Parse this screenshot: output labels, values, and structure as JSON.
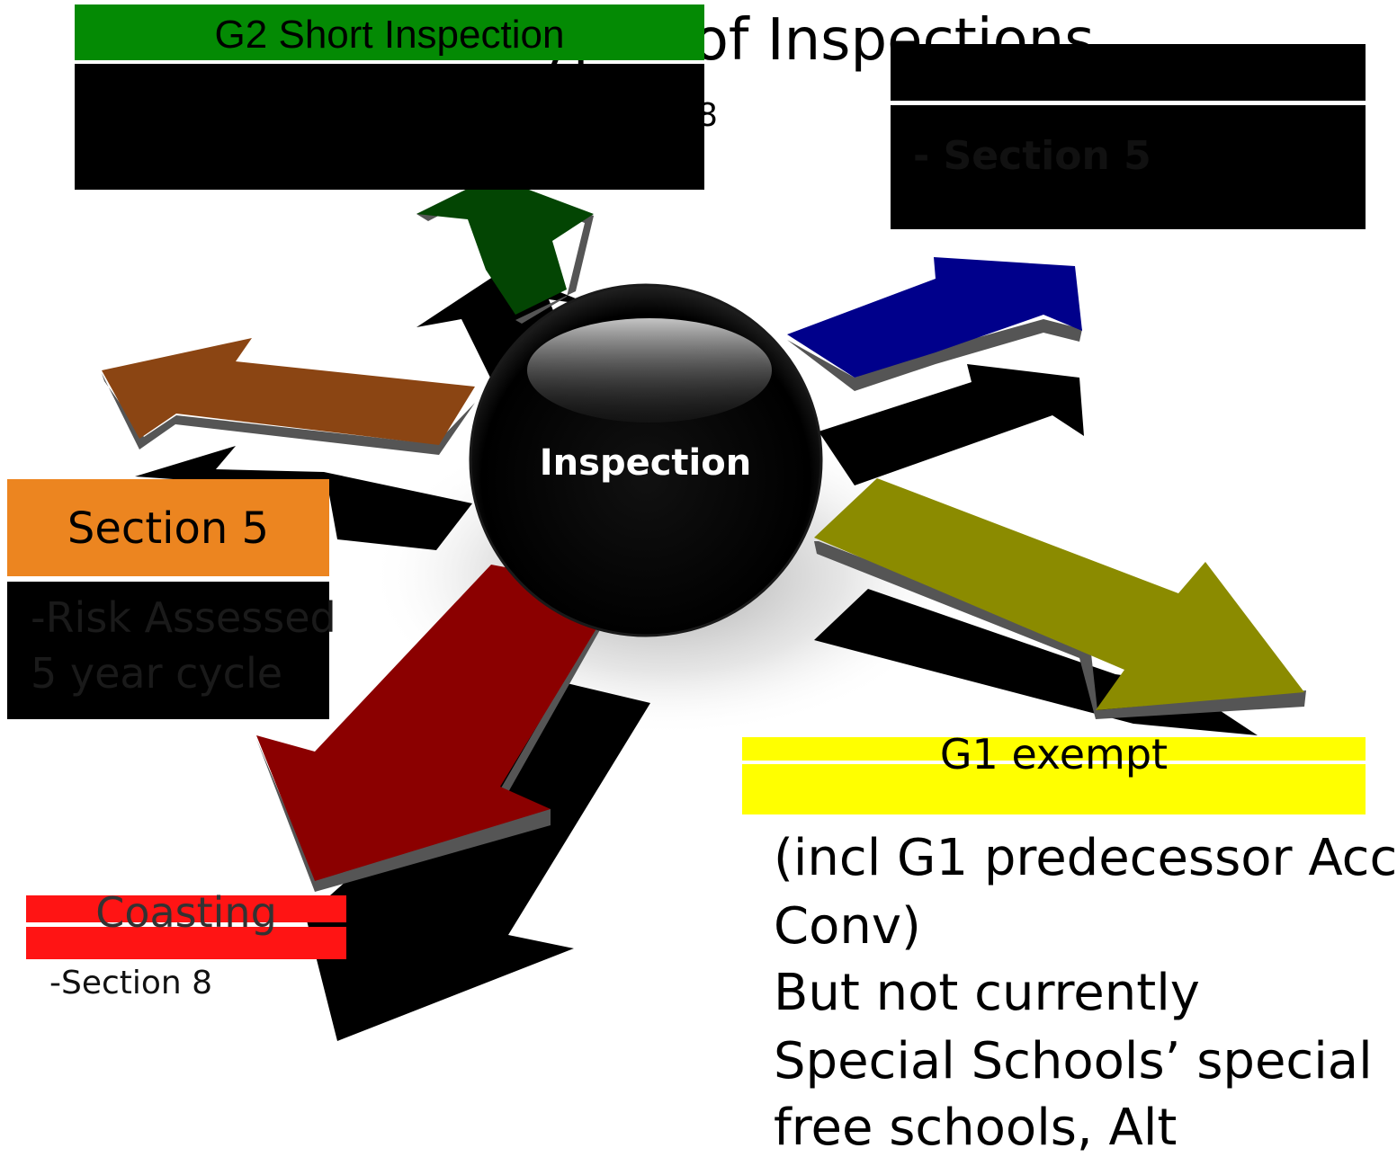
{
  "slide": {
    "title": "Types of  Inspections"
  },
  "center": {
    "label": "Inspection"
  },
  "g2": {
    "header": "G2 Short Inspection",
    "body_tail": "8"
  },
  "top_right": {
    "body": "- Section 5"
  },
  "section5": {
    "header": "Section 5",
    "body_line1": "-Risk Assessed",
    "body_line2": "5 year cycle"
  },
  "coasting": {
    "header": "Coasting",
    "sub": "-Section 8"
  },
  "g1": {
    "header": "G1 exempt",
    "lines": [
      "(incl G1 predecessor Acc",
      "Conv)",
      "But not currently",
      "Special Schools’ special",
      "free schools, Alt"
    ]
  },
  "colors": {
    "g2": "#048a04",
    "blue_arrow": "#00008b",
    "brown_arrow": "#8b4513",
    "olive_arrow": "#8b8b00",
    "red_arrow": "#8b0000",
    "section5": "#ec8520",
    "coasting": "#ff1414",
    "g1": "#ffff00"
  }
}
